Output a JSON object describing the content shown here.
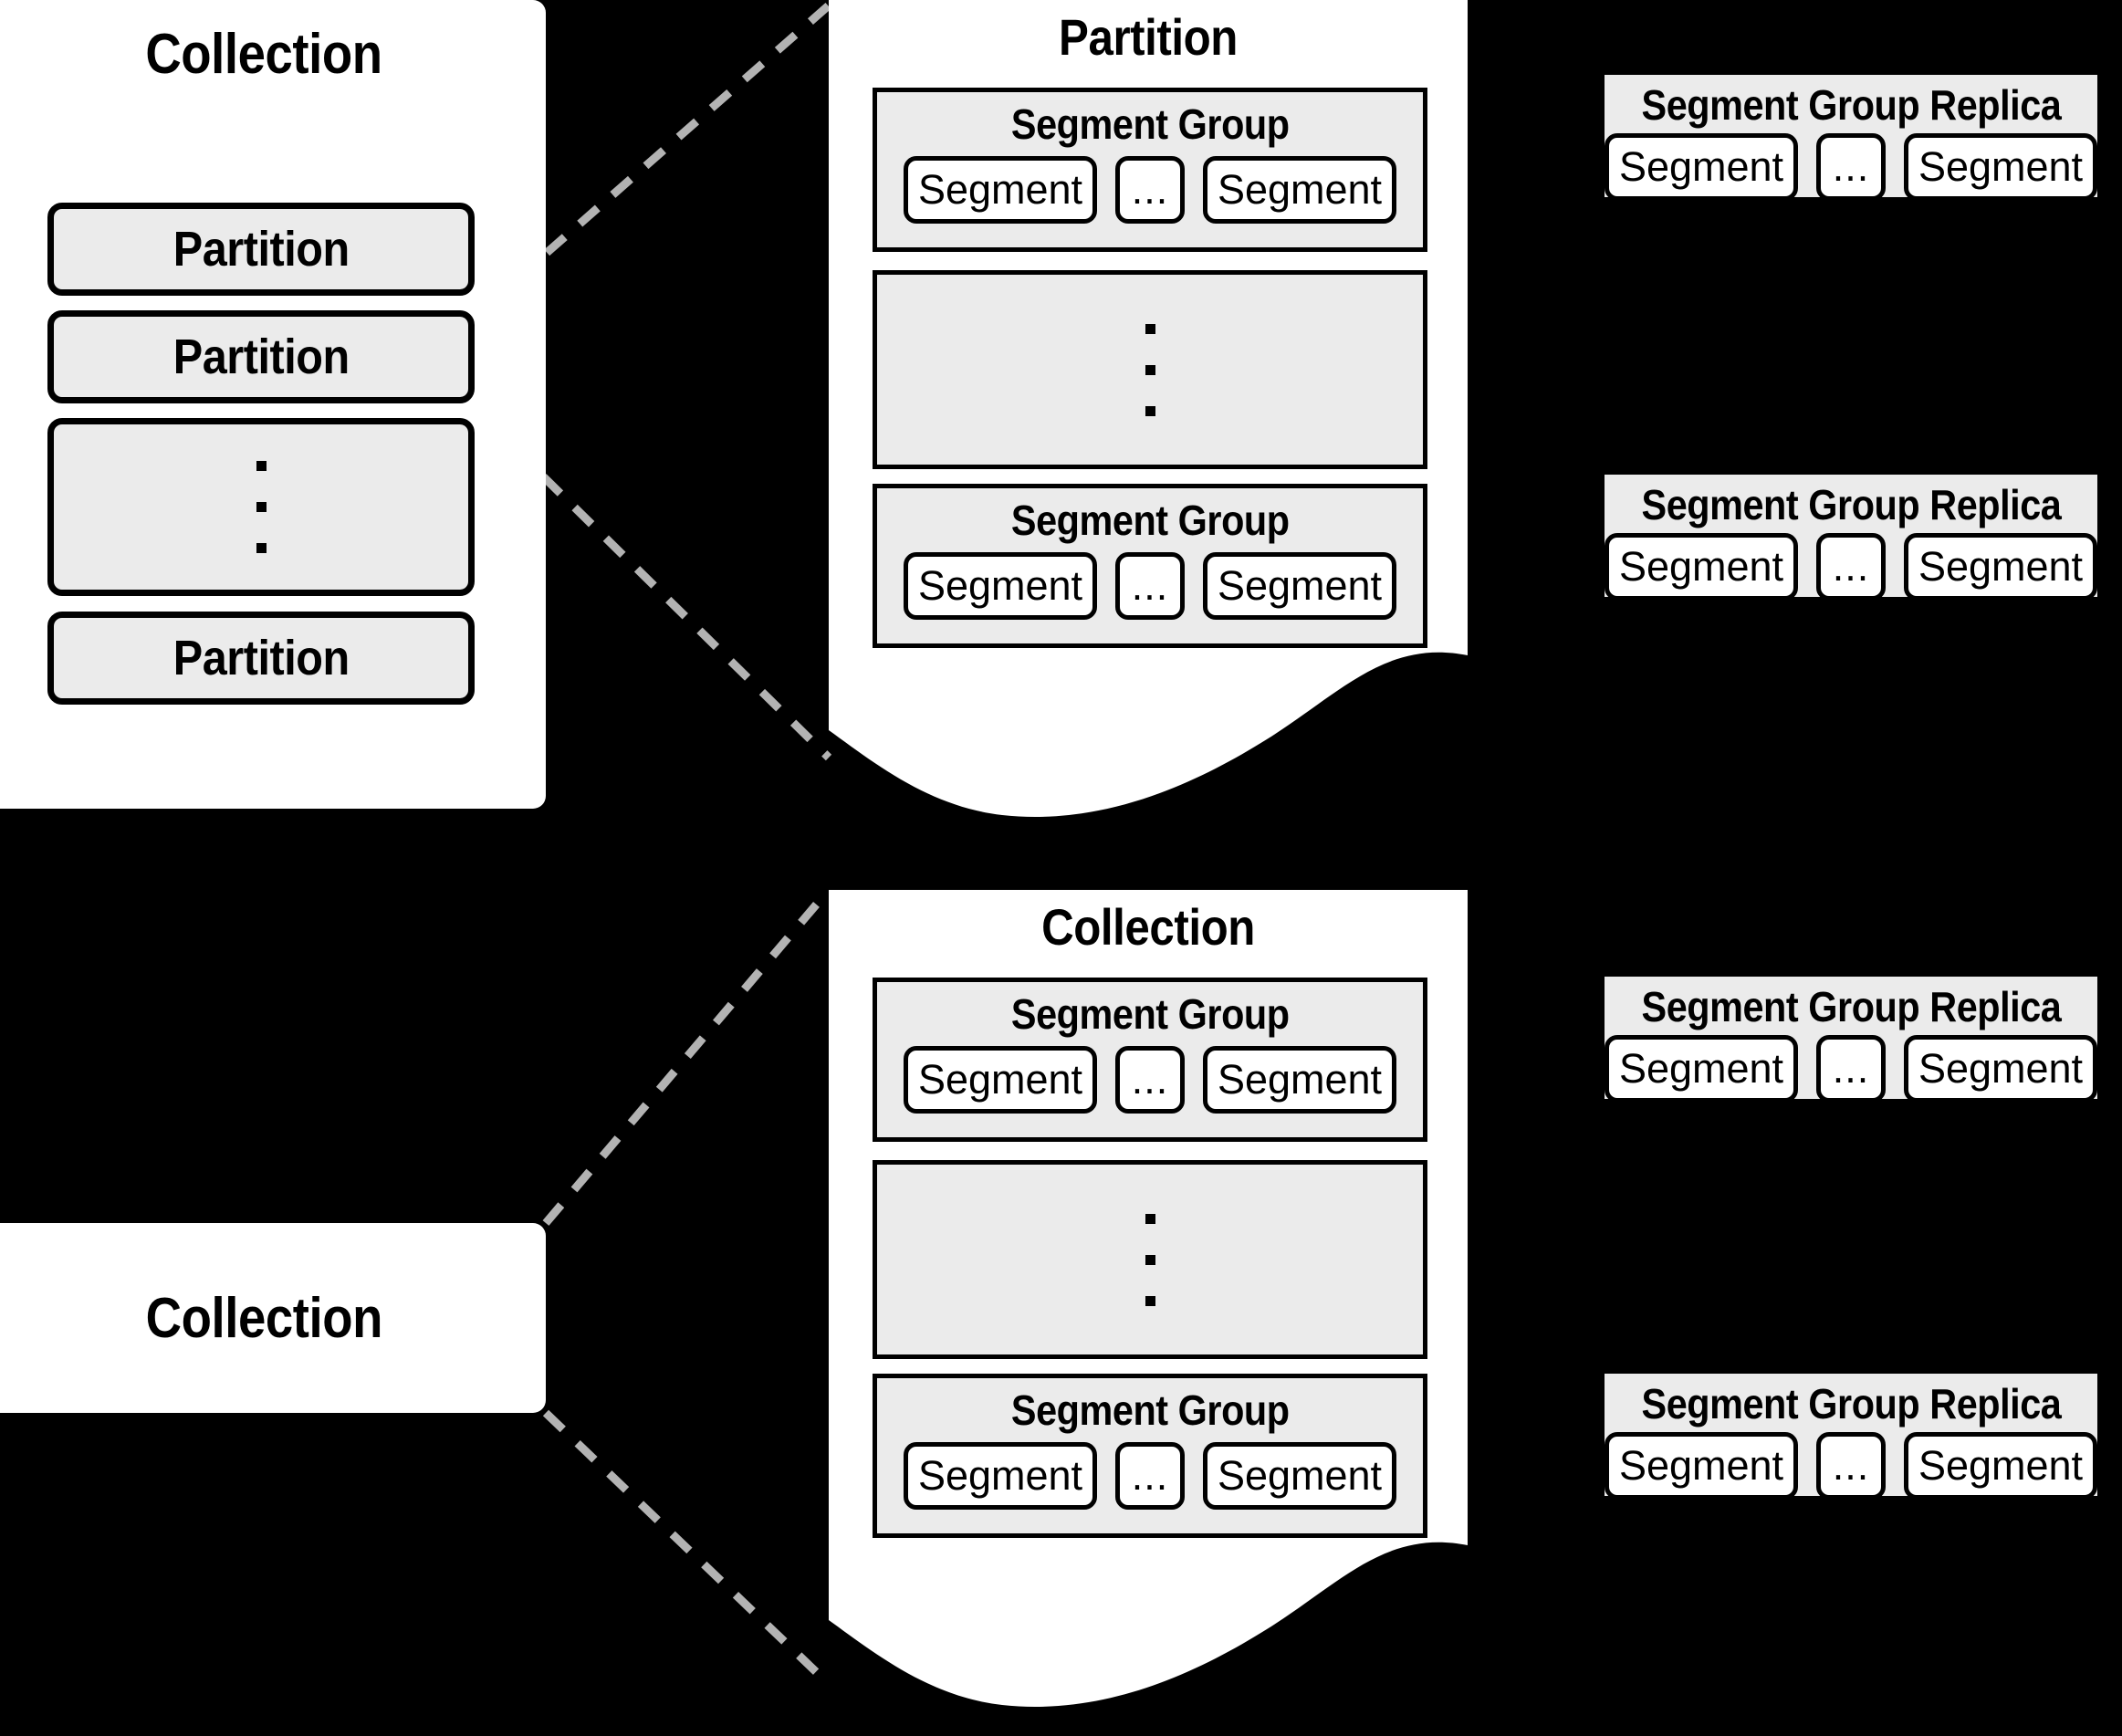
{
  "theme": {
    "background": "#000000",
    "panel_fill": "#ffffff",
    "box_fill": "#ebebeb",
    "stroke": "#000000",
    "connector": "#b3b3b3"
  },
  "top": {
    "collection_card": {
      "title": "Collection",
      "partitions": [
        {
          "label": "Partition"
        },
        {
          "label": "Partition"
        },
        {
          "label": ""
        },
        {
          "label": "Partition"
        }
      ]
    },
    "partition_panel": {
      "title": "Partition",
      "segment_groups": [
        {
          "title": "Segment Group",
          "segments": [
            "Segment",
            "...",
            "Segment"
          ]
        },
        {
          "title": "",
          "segments": []
        },
        {
          "title": "Segment Group",
          "segments": [
            "Segment",
            "...",
            "Segment"
          ]
        }
      ]
    },
    "replicas": [
      {
        "title": "Segment Group Replica",
        "segments": [
          "Segment",
          "...",
          "Segment"
        ]
      },
      {
        "title": "Segment Group Replica",
        "segments": [
          "Segment",
          "...",
          "Segment"
        ]
      }
    ]
  },
  "bottom": {
    "collection_card": {
      "title": "Collection"
    },
    "collection_panel": {
      "title": "Collection",
      "segment_groups": [
        {
          "title": "Segment Group",
          "segments": [
            "Segment",
            "...",
            "Segment"
          ]
        },
        {
          "title": "",
          "segments": []
        },
        {
          "title": "Segment Group",
          "segments": [
            "Segment",
            "...",
            "Segment"
          ]
        }
      ]
    },
    "replicas": [
      {
        "title": "Segment Group Replica",
        "segments": [
          "Segment",
          "...",
          "Segment"
        ]
      },
      {
        "title": "Segment Group Replica",
        "segments": [
          "Segment",
          "...",
          "Segment"
        ]
      }
    ]
  }
}
